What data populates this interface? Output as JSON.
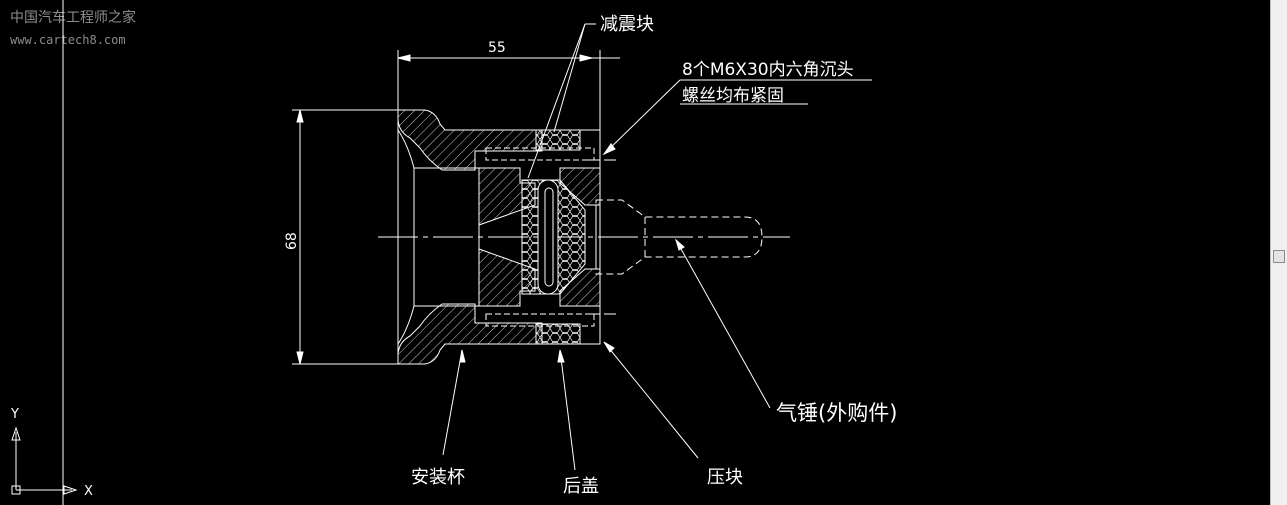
{
  "watermark": {
    "site_name": "中国汽车工程师之家",
    "url": "www.cartech8.com"
  },
  "dimensions": {
    "width_55": "55",
    "height_68": "68"
  },
  "callouts": {
    "damping_block": "减震块",
    "screws_line1": "8个M6X30内六角沉头",
    "screws_line2": "螺丝均布紧固",
    "air_hammer": "气锤(外购件)",
    "mounting_cup": "安装杯",
    "rear_cover": "后盖",
    "press_block": "压块"
  },
  "ucs": {
    "x_label": "X",
    "y_label": "Y"
  },
  "colors": {
    "background": "#000000",
    "lines": "#ffffff",
    "watermark": "#8c8c8c",
    "scrollbar": "#f0f0f0"
  }
}
